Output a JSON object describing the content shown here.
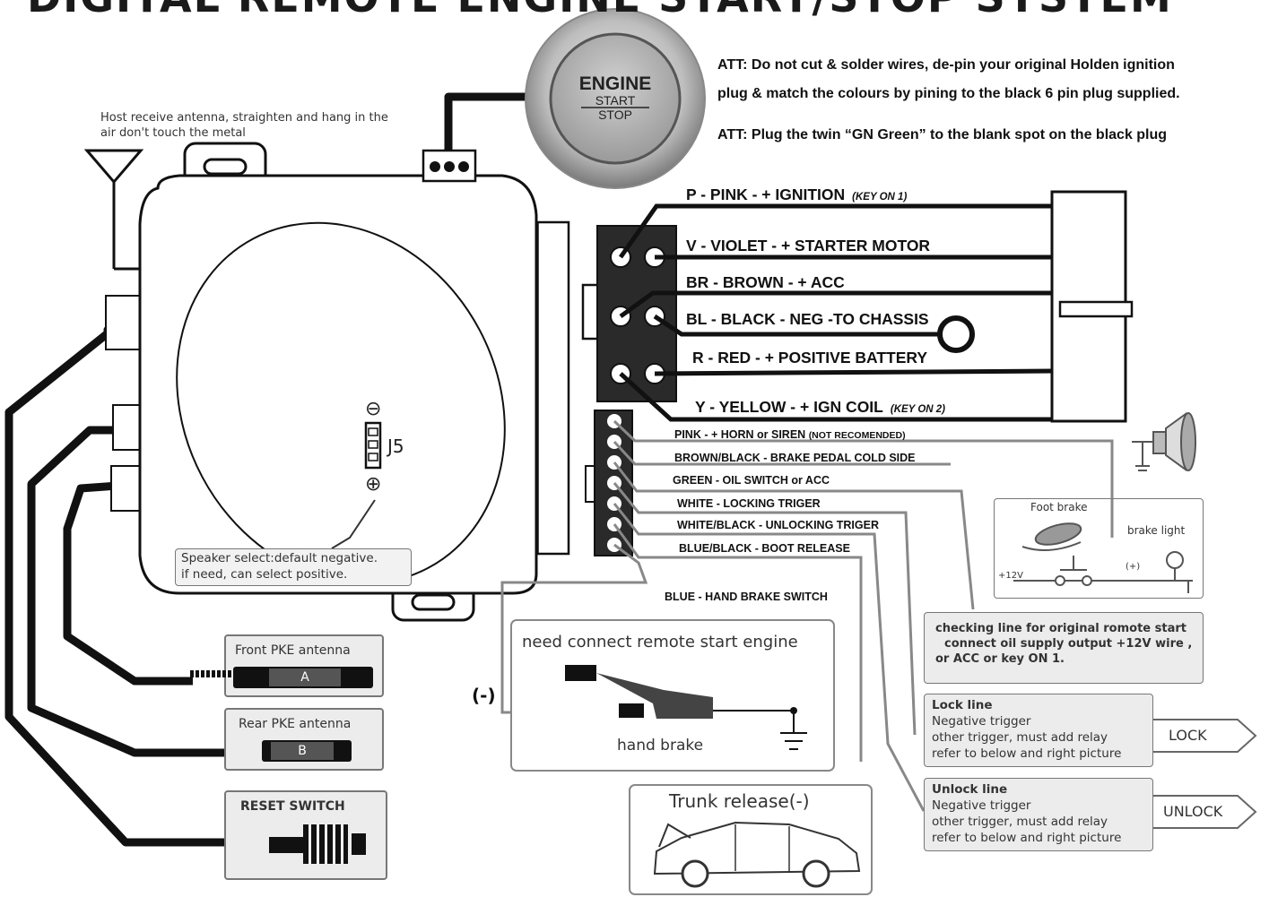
{
  "title": "DIGITAL REMOTE ENGINE START/STOP SYSTEM",
  "engine_button": {
    "line1": "ENGINE",
    "line2": "START",
    "line3": "STOP"
  },
  "att_notes": [
    "ATT: Do not cut & solder wires, de-pin your original Holden ignition",
    "plug & match the colours by pining to the black 6 pin plug supplied.",
    "ATT: Plug the twin “GN Green” to the blank spot on the black plug"
  ],
  "antenna_label": [
    "Host receive antenna, straighten and hang in the",
    "air don't touch the metal"
  ],
  "main_plug_wires": [
    {
      "label": "P  -  PINK   -  + IGNITION",
      "note": "(KEY ON 1)"
    },
    {
      "label": "V  -  VIOLET   -  + STARTER MOTOR",
      "note": ""
    },
    {
      "label": "BR  -  BROWN   -  + ACC",
      "note": ""
    },
    {
      "label": "BL  -  BLACK -  NEG -TO CHASSIS",
      "note": ""
    },
    {
      "label": "R  -  RED   -  + POSITIVE BATTERY",
      "note": ""
    },
    {
      "label": "Y  -  YELLOW   -  + IGN COIL",
      "note": "(KEY ON 2)"
    }
  ],
  "secondary_plug_wires": [
    {
      "label": "PINK  -  + HORN or SIREN",
      "note": "(NOT RECOMENDED)"
    },
    {
      "label": "BROWN/BLACK  -  BRAKE PEDAL COLD SIDE",
      "note": ""
    },
    {
      "label": "GREEN  -  OIL SWITCH or ACC",
      "note": ""
    },
    {
      "label": "WHITE  -  LOCKING TRIGER",
      "note": ""
    },
    {
      "label": "WHITE/BLACK - UNLOCKING TRIGER",
      "note": ""
    },
    {
      "label": "BLUE/BLACK  -  BOOT RELEASE",
      "note": ""
    },
    {
      "label": "BLUE  -  HAND BRAKE SWITCH",
      "note": ""
    }
  ],
  "jumper": {
    "label": "J5",
    "minus": "⊖",
    "plus": "⊕"
  },
  "speaker_note": [
    "Speaker select:default negative.",
    "if need, can select positive."
  ],
  "antennas": [
    {
      "title": "Front PKE antenna",
      "letter": "A"
    },
    {
      "title": "Rear PKE antenna",
      "letter": "B"
    }
  ],
  "reset_switch": {
    "title": "RESET SWITCH"
  },
  "hand_brake": {
    "title": "need connect remote start engine",
    "label": "hand brake",
    "ground_label": "(-)"
  },
  "trunk": {
    "title": "Trunk release(-)"
  },
  "foot_brake": {
    "title": "Foot brake",
    "light": "brake light",
    "v12": "+12V",
    "plus": "(+)"
  },
  "checking_line": [
    "checking line for original romote start",
    "connect oil supply output +12V wire ,",
    "or ACC or key ON 1."
  ],
  "lock_box": {
    "title": "Lock line",
    "lines": [
      "Negative trigger",
      "other trigger, must add relay",
      "refer to below and right picture"
    ],
    "arrow": "LOCK"
  },
  "unlock_box": {
    "title": "Unlock line",
    "lines": [
      "Negative trigger",
      "other trigger, must add relay",
      "refer to below and right picture"
    ],
    "arrow": "UNLOCK"
  }
}
